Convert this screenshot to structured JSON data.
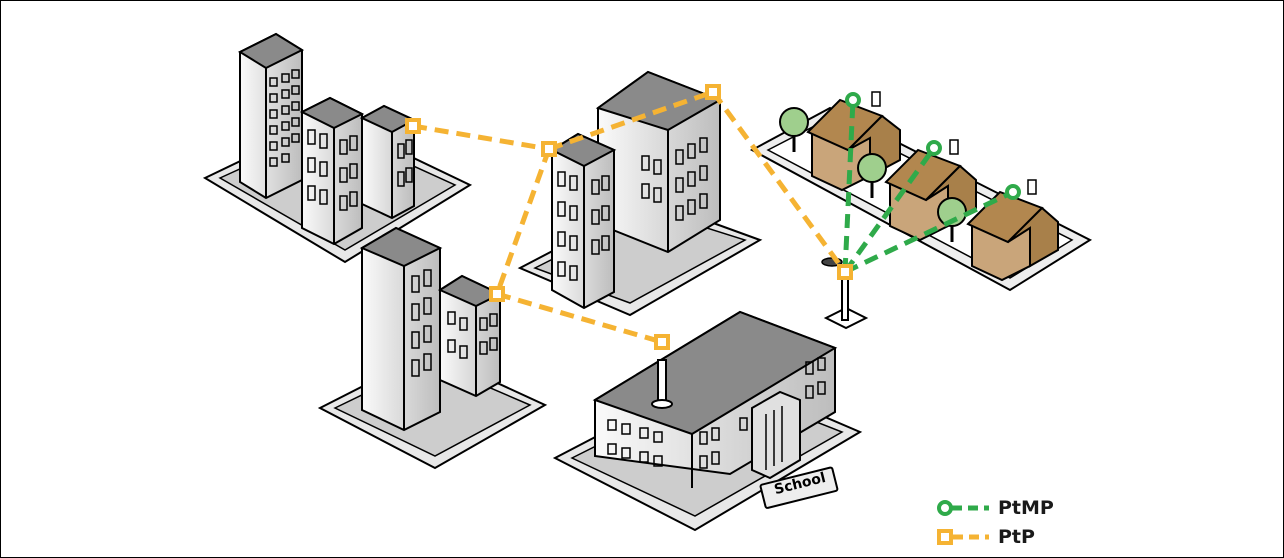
{
  "school_sign": "School",
  "legend": [
    {
      "label": "PtMP",
      "color": "#2faa4a",
      "marker": "circle"
    },
    {
      "label": "PtP",
      "color": "#f5b333",
      "marker": "square"
    }
  ],
  "colors": {
    "ptmp": "#2faa4a",
    "ptp": "#f5b333",
    "roof": "#8a8a8a",
    "house": "#c9a57a",
    "house_roof": "#b2874f",
    "tree": "#9fcf8d"
  }
}
